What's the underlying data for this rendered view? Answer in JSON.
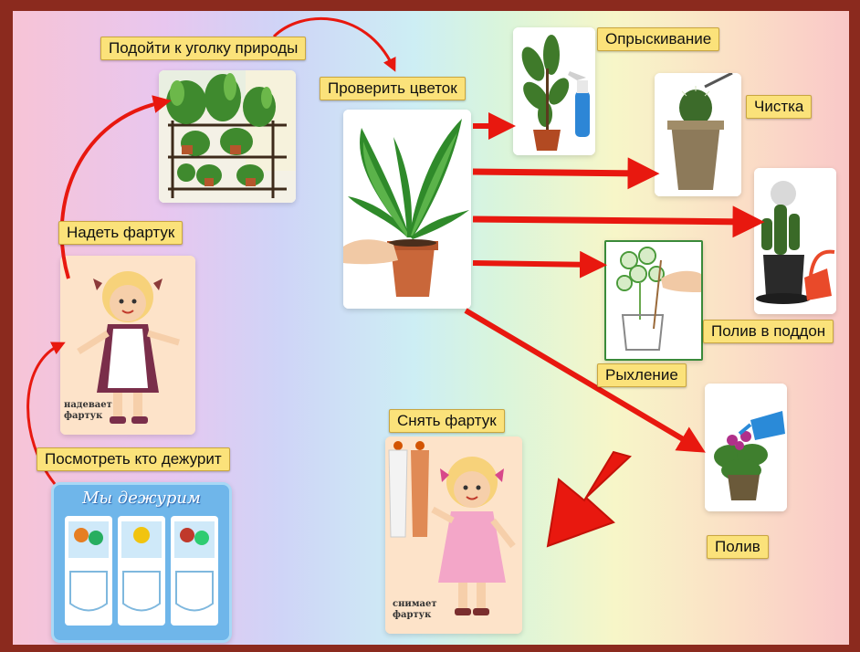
{
  "labels": {
    "nature_corner": "Подойти к уголку природы",
    "check_flower": "Проверить цветок",
    "spraying": "Опрыскивание",
    "cleaning": "Чистка",
    "tray_watering": "Полив в поддон",
    "loosening": "Рыхление",
    "watering": "Полив",
    "put_on_apron": "Надеть фартук",
    "take_off_apron": "Снять фартук",
    "check_duty": "Посмотреть кто дежурит"
  },
  "captions": {
    "girl_apron_on": [
      "надевает",
      "фартук"
    ],
    "girl_apron_off": [
      "снимает",
      "фартук"
    ]
  },
  "duty_board": {
    "title": "Мы дежурим"
  },
  "colors": {
    "frame": "#8b2a1e",
    "label_bg": "#fbe27a",
    "arrow": "#e8180f"
  }
}
